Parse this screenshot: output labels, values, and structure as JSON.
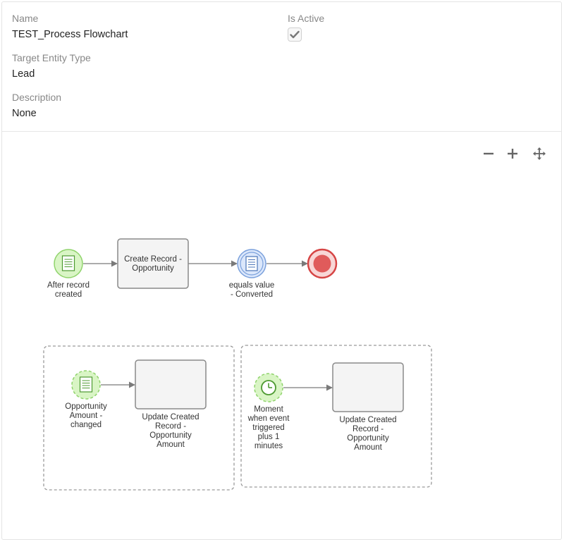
{
  "fields": {
    "name_label": "Name",
    "name_value": "TEST_Process Flowchart",
    "is_active_label": "Is Active",
    "is_active_checked": true,
    "target_label": "Target Entity Type",
    "target_value": "Lead",
    "description_label": "Description",
    "description_value": "None"
  },
  "toolbar": {
    "zoom_out_icon": "minus-icon",
    "zoom_in_icon": "plus-icon",
    "pan_icon": "move-arrows-icon"
  },
  "flow": {
    "main": {
      "start_label": [
        "After record",
        "created"
      ],
      "task_label": [
        "Create Record -",
        "Opportunity"
      ],
      "condition_label": [
        "equals value",
        "- Converted"
      ]
    },
    "group1": {
      "event_label": [
        "Opportunity",
        "Amount -",
        "changed"
      ],
      "task_label": [
        "Update Created",
        "Record -",
        "Opportunity",
        "Amount"
      ]
    },
    "group2": {
      "event_label": [
        "Moment",
        "when event",
        "triggered",
        "plus 1",
        "minutes"
      ],
      "task_label": [
        "Update Created",
        "Record -",
        "Opportunity",
        "Amount"
      ]
    }
  },
  "colors": {
    "start_fill": "#d9f5c5",
    "start_stroke": "#8fd36b",
    "condition_fill": "#dbe7fb",
    "condition_stroke": "#7aa0dc",
    "end_fill": "#e05b5b",
    "end_stroke": "#d64545",
    "task_fill": "#f4f4f4",
    "task_stroke": "#8a8a8a",
    "edge": "#7a7a7a"
  }
}
